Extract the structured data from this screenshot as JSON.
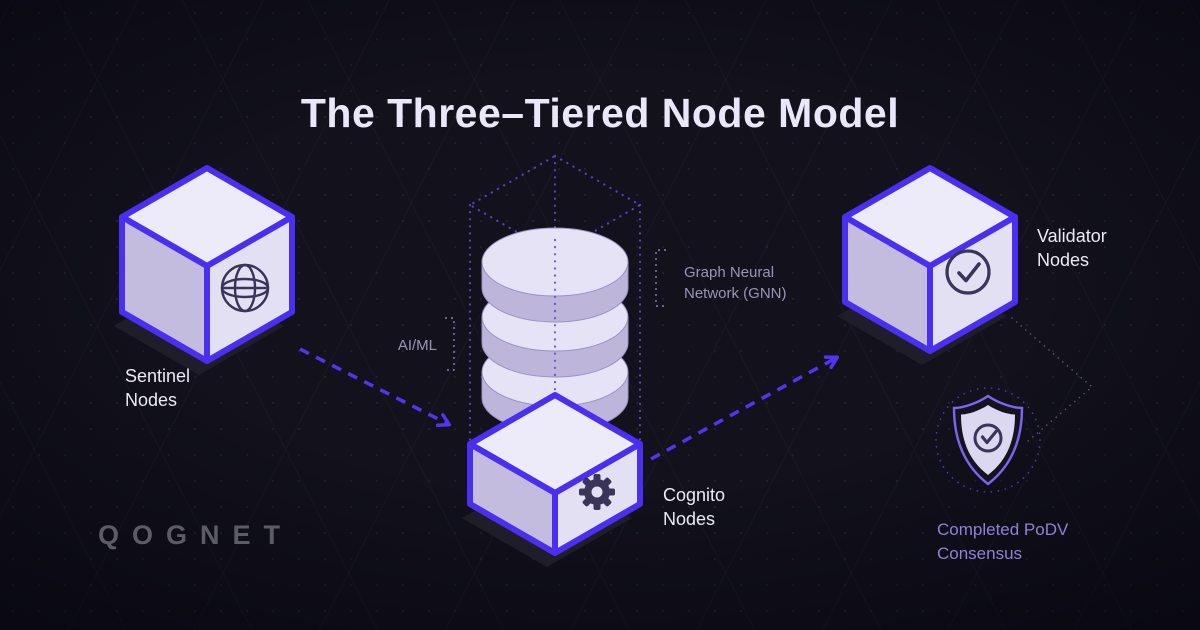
{
  "title": "The Three–Tiered Node Model",
  "logo": "QOGNET",
  "nodes": {
    "sentinel": {
      "line1": "Sentinel",
      "line2": "Nodes"
    },
    "cognito": {
      "line1": "Cognito",
      "line2": "Nodes"
    },
    "validator": {
      "line1": "Validator",
      "line2": "Nodes"
    }
  },
  "annotations": {
    "aiml": "AI/ML",
    "gnn": {
      "line1": "Graph Neural",
      "line2": "Network (GNN)"
    },
    "consensus": {
      "line1": "Completed PoDV",
      "line2": "Consensus"
    }
  },
  "icons": {
    "sentinel": "globe-icon",
    "cognito": "gear-icon",
    "validator": "check-circle-icon",
    "consensus": "shield-check-icon"
  },
  "colors": {
    "background": "#12111c",
    "cube_border": "#4a2ff0",
    "cube_face_top": "#edeaf9",
    "cube_face_left": "#c3bcde",
    "cube_face_right": "#e4e0f4",
    "disk_top": "#e7e3f6",
    "disk_body": "#bdb6da",
    "arrow": "#5433f2",
    "dotted_guide": "#5b4ae0",
    "icon_ink": "#3a3458",
    "title_text": "#eae7f9",
    "label_text": "#ebebf2",
    "annotation_text": "#9b94b8",
    "consensus_text": "#8f81da",
    "logo_text": "#5c5c66"
  }
}
